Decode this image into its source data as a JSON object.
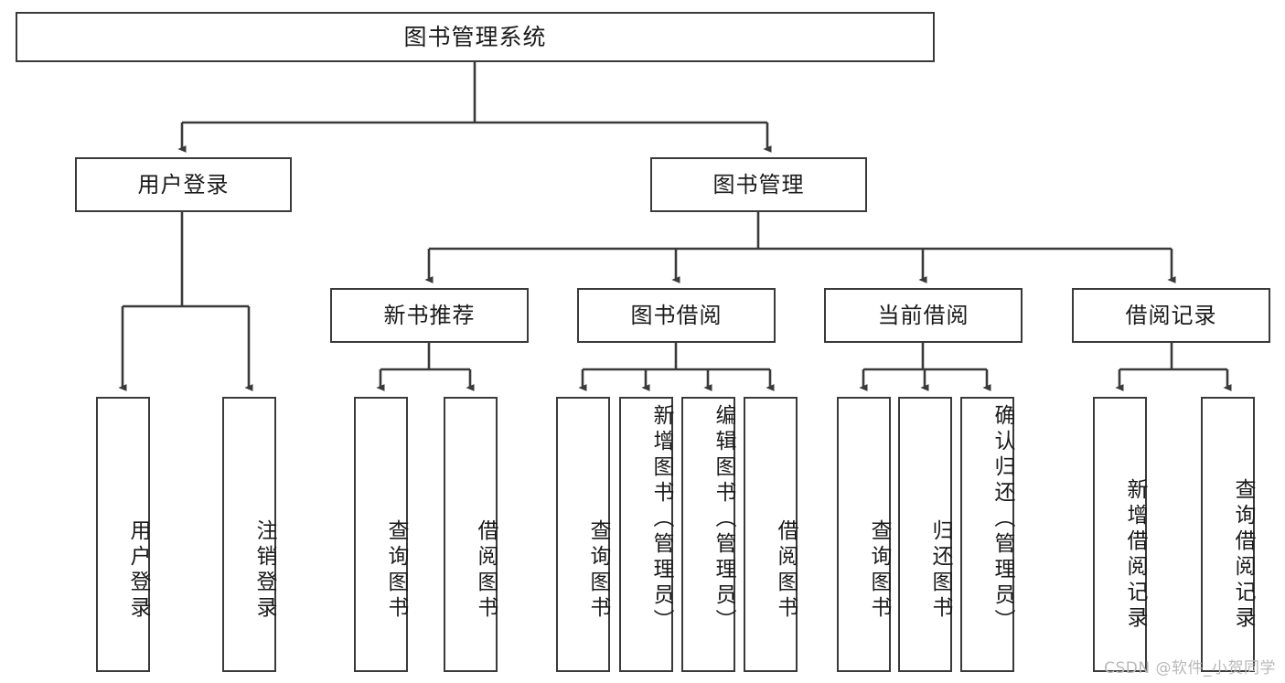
{
  "diagram": {
    "title": "图书管理系统",
    "type": "tree-hierarchy-diagram",
    "colors": {
      "box_border": "#3a3a3a",
      "box_fill": "#ffffff",
      "edge": "#3a3a3a",
      "text": "#1a1a1a",
      "watermark": "#b9b9b9",
      "background": "#ffffff"
    },
    "nodes": {
      "root": {
        "label": "图书管理系统"
      },
      "level2": [
        {
          "id": "user-login",
          "label": "用户登录"
        },
        {
          "id": "book-manage",
          "label": "图书管理"
        }
      ],
      "level3": [
        {
          "id": "new-book-recommend",
          "label": "新书推荐"
        },
        {
          "id": "book-borrow",
          "label": "图书借阅"
        },
        {
          "id": "current-borrow",
          "label": "当前借阅"
        },
        {
          "id": "borrow-record",
          "label": "借阅记录"
        }
      ],
      "leaves": {
        "user-login": [
          {
            "id": "leaf-user-login",
            "label": "用户登录"
          },
          {
            "id": "leaf-logout",
            "label": "注销登录"
          }
        ],
        "new-book-recommend": [
          {
            "id": "leaf-query-book-1",
            "label": "查询图书"
          },
          {
            "id": "leaf-borrow-book-1",
            "label": "借阅图书"
          }
        ],
        "book-borrow": [
          {
            "id": "leaf-query-book-2",
            "label": "查询图书"
          },
          {
            "id": "leaf-add-book",
            "label": "新增图书（管理员）"
          },
          {
            "id": "leaf-edit-book",
            "label": "编辑图书（管理员）"
          },
          {
            "id": "leaf-borrow-book-2",
            "label": "借阅图书"
          }
        ],
        "current-borrow": [
          {
            "id": "leaf-query-book-3",
            "label": "查询图书"
          },
          {
            "id": "leaf-return-book",
            "label": "归还图书"
          },
          {
            "id": "leaf-confirm-return",
            "label": "确认归还（管理员）"
          }
        ],
        "borrow-record": [
          {
            "id": "leaf-add-record",
            "label": "新增借阅记录"
          },
          {
            "id": "leaf-query-record",
            "label": "查询借阅记录"
          }
        ]
      }
    },
    "watermark": "CSDN @软件_小贺同学"
  }
}
